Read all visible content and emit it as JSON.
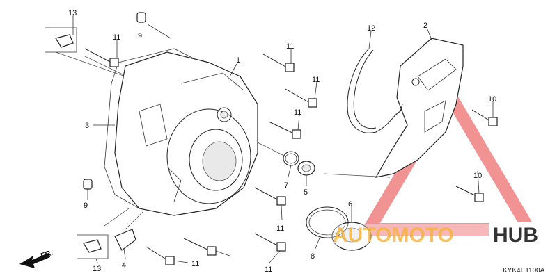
{
  "diagram": {
    "code": "KYK4E1100A",
    "direction_label": "FR."
  },
  "callouts": [
    {
      "id": "c13a",
      "text": "13"
    },
    {
      "id": "c11a",
      "text": "11"
    },
    {
      "id": "c9a",
      "text": "9"
    },
    {
      "id": "c1",
      "text": "1"
    },
    {
      "id": "c11b",
      "text": "11"
    },
    {
      "id": "c11c",
      "text": "11"
    },
    {
      "id": "c11d",
      "text": "11"
    },
    {
      "id": "c12",
      "text": "12"
    },
    {
      "id": "c2",
      "text": "2"
    },
    {
      "id": "c10a",
      "text": "10"
    },
    {
      "id": "c3",
      "text": "3"
    },
    {
      "id": "c7",
      "text": "7"
    },
    {
      "id": "c5",
      "text": "5"
    },
    {
      "id": "c10b",
      "text": "10"
    },
    {
      "id": "c9b",
      "text": "9"
    },
    {
      "id": "c6",
      "text": "6"
    },
    {
      "id": "c11e",
      "text": "11"
    },
    {
      "id": "c8",
      "text": "8"
    },
    {
      "id": "c4",
      "text": "4"
    },
    {
      "id": "c11f",
      "text": "11"
    },
    {
      "id": "c11g",
      "text": "11"
    },
    {
      "id": "c13b",
      "text": "13"
    }
  ],
  "watermark": {
    "text_a": "AUTOMOTO",
    "text_b": "HUB",
    "color_red": "#e83a3a",
    "color_orange": "#f5b33a",
    "color_dark": "#333333"
  }
}
